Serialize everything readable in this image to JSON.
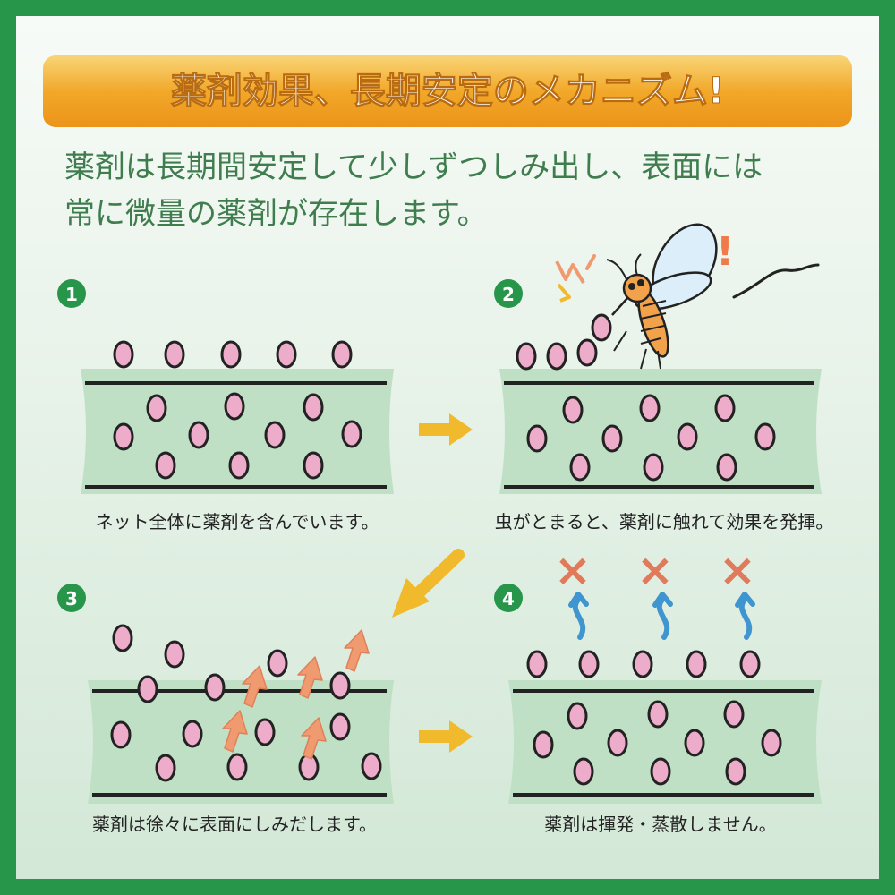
{
  "title": "薬剤効果、長期安定のメカニズム!",
  "subtitle_lines": [
    "薬剤は長期間安定して少しずつしみ出し、表面には",
    "常に微量の薬剤が存在します。"
  ],
  "steps": [
    {
      "number": "1",
      "caption": "ネット全体に薬剤を含んでいます。"
    },
    {
      "number": "2",
      "caption": "虫がとまると、薬剤に触れて効果を発揮。"
    },
    {
      "number": "3",
      "caption": "薬剤は徐々に表面にしみだします。"
    },
    {
      "number": "4",
      "caption": "薬剤は揮発・蒸散しません。"
    }
  ],
  "x_mark": "×",
  "alert_mark": "!",
  "colors": {
    "frame_green": "#27954a",
    "background": "#dfeee2",
    "banner_orange": "#f0a526",
    "net_green": "#bfe0c4",
    "drug_pink": "#eeaccb",
    "arrow_yellow": "#f1b92c",
    "rise_orange": "#ef9a6f",
    "x_orange": "#e07a5a",
    "wave_blue": "#3e95cf",
    "text_green": "#3f7d4f"
  }
}
